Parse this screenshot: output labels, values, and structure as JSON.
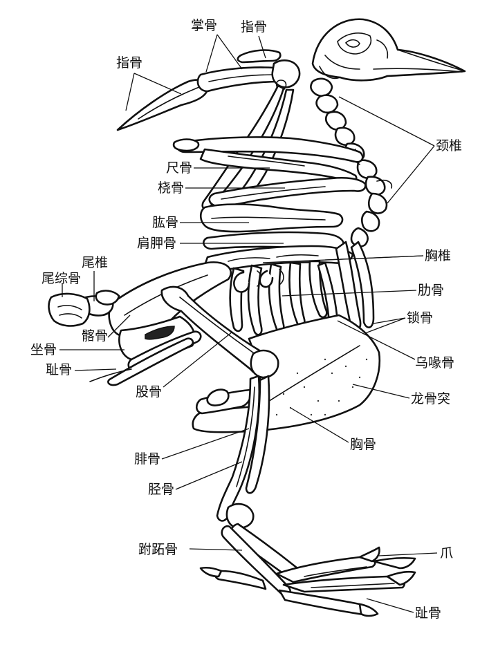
{
  "labels": {
    "zhanggu": "掌骨",
    "zhigu_top": "指骨",
    "zhigu_left": "指骨",
    "jingzhui": "颈椎",
    "chigu": "尺骨",
    "raogu": "桡骨",
    "honggu": "肱骨",
    "jianjiagu": "肩胛骨",
    "xiongzhui": "胸椎",
    "weizhui": "尾椎",
    "weizonggu": "尾综骨",
    "leigu": "肋骨",
    "suogu": "锁骨",
    "qiagu": "髂骨",
    "zuogu": "坐骨",
    "wuhuigu": "乌喙骨",
    "chigu2": "耻骨",
    "gugu": "股骨",
    "longgutu": "龙骨突",
    "xionggu": "胸骨",
    "feigu": "腓骨",
    "jinggu": "胫骨",
    "fuzhigu": "跗跖骨",
    "zhua": "爪",
    "zhigu_toe": "趾骨"
  }
}
